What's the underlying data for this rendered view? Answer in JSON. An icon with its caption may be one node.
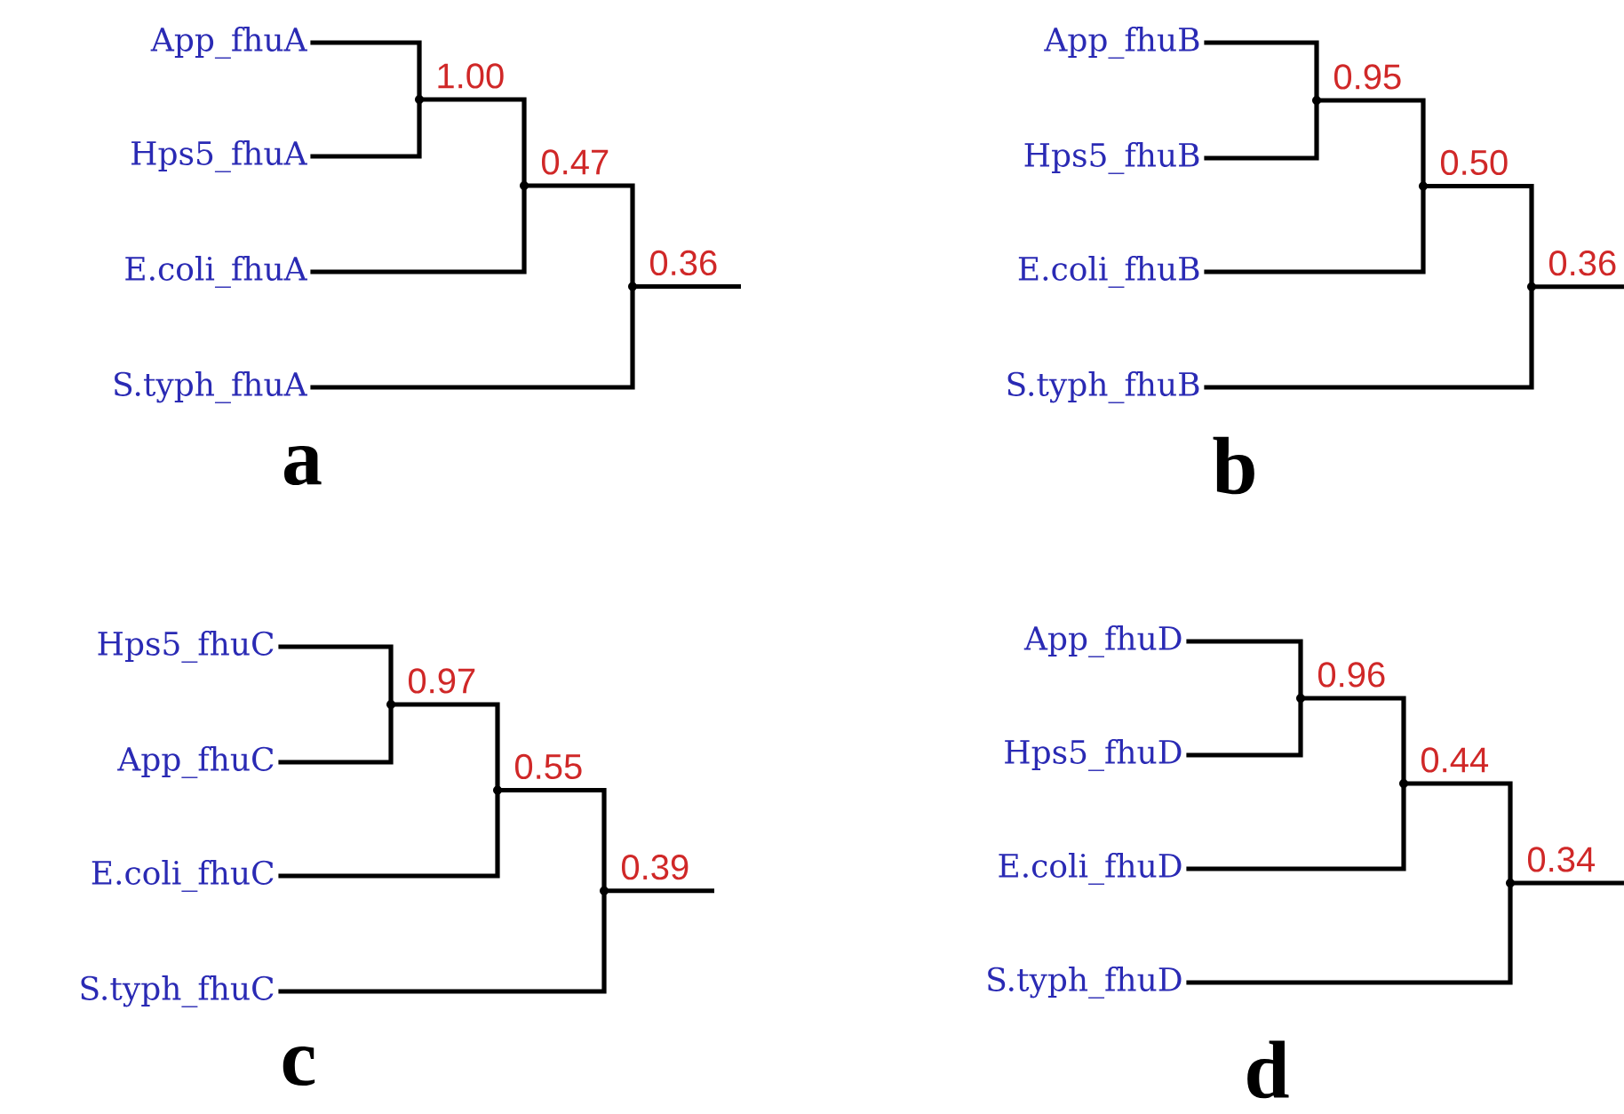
{
  "diagram": {
    "nodes": [
      {
        "text": [
          "App_fhuA"
        ]
      },
      {
        "text": [
          "Hps5_fhuA"
        ]
      },
      {
        "text": [
          "E.coli_fhuA"
        ]
      },
      {
        "text": [
          "S.typh_fhuA"
        ]
      },
      {
        "text": [],
        "shape": "dot",
        "beside": [
          "1.00"
        ]
      },
      {
        "text": [],
        "shape": "dot",
        "beside": [
          "0.47"
        ]
      },
      {
        "text": [],
        "shape": "dot",
        "beside": [
          "0.36"
        ]
      },
      {
        "text": [
          "App_fhuB"
        ]
      },
      {
        "text": [
          "Hps5_fhuB"
        ]
      },
      {
        "text": [
          "E.coli_fhuB"
        ]
      },
      {
        "text": [
          "S.typh_fhuB"
        ]
      },
      {
        "text": [],
        "shape": "dot",
        "beside": [
          "0.95"
        ]
      },
      {
        "text": [],
        "shape": "dot",
        "beside": [
          "0.50"
        ]
      },
      {
        "text": [],
        "shape": "dot",
        "beside": [
          "0.36"
        ]
      },
      {
        "text": [
          "Hps5_fhuC"
        ]
      },
      {
        "text": [
          "App_fhuC"
        ]
      },
      {
        "text": [
          "E.coli_fhuC"
        ]
      },
      {
        "text": [
          "S.typh_fhuC"
        ]
      },
      {
        "text": [],
        "shape": "dot",
        "beside": [
          "0.97"
        ]
      },
      {
        "text": [],
        "shape": "dot",
        "beside": [
          "0.55"
        ]
      },
      {
        "text": [],
        "shape": "dot",
        "beside": [
          "0.39"
        ]
      },
      {
        "text": [
          "App_fhuD"
        ]
      },
      {
        "text": [
          "Hps5_fhuD"
        ]
      },
      {
        "text": [
          "E.coli_fhuD"
        ]
      },
      {
        "text": [
          "S.typh_fhuD"
        ]
      },
      {
        "text": [],
        "shape": "dot",
        "beside": [
          "0.96"
        ]
      },
      {
        "text": [],
        "shape": "dot",
        "beside": [
          "0.44"
        ]
      },
      {
        "text": [],
        "shape": "dot",
        "beside": [
          "0.34"
        ]
      }
    ],
    "edges": [
      {
        "from": 0,
        "to": 4,
        "arrow": "none"
      },
      {
        "from": 1,
        "to": 4,
        "arrow": "none"
      },
      {
        "from": 4,
        "to": 5,
        "arrow": "none"
      },
      {
        "from": 2,
        "to": 5,
        "arrow": "none"
      },
      {
        "from": 5,
        "to": 6,
        "arrow": "none"
      },
      {
        "from": 3,
        "to": 6,
        "arrow": "none"
      },
      {
        "from": 6,
        "to": null,
        "arrow": "none"
      },
      {
        "from": 7,
        "to": 11,
        "arrow": "none"
      },
      {
        "from": 8,
        "to": 11,
        "arrow": "none"
      },
      {
        "from": 11,
        "to": 12,
        "arrow": "none"
      },
      {
        "from": 9,
        "to": 12,
        "arrow": "none"
      },
      {
        "from": 12,
        "to": 13,
        "arrow": "none"
      },
      {
        "from": 10,
        "to": 13,
        "arrow": "none"
      },
      {
        "from": 13,
        "to": null,
        "arrow": "none"
      },
      {
        "from": 14,
        "to": 18,
        "arrow": "none"
      },
      {
        "from": 15,
        "to": 18,
        "arrow": "none"
      },
      {
        "from": 18,
        "to": 19,
        "arrow": "none"
      },
      {
        "from": 16,
        "to": 19,
        "arrow": "none"
      },
      {
        "from": 19,
        "to": 20,
        "arrow": "none"
      },
      {
        "from": 17,
        "to": 20,
        "arrow": "none"
      },
      {
        "from": 20,
        "to": null,
        "arrow": "none"
      },
      {
        "from": 21,
        "to": 25,
        "arrow": "none"
      },
      {
        "from": 22,
        "to": 25,
        "arrow": "none"
      },
      {
        "from": 25,
        "to": 26,
        "arrow": "none"
      },
      {
        "from": 23,
        "to": 26,
        "arrow": "none"
      },
      {
        "from": 26,
        "to": 27,
        "arrow": "none"
      },
      {
        "from": 24,
        "to": 27,
        "arrow": "none"
      },
      {
        "from": 27,
        "to": null,
        "arrow": "none"
      }
    ],
    "labels": [
      "a",
      "b",
      "c",
      "d"
    ]
  }
}
